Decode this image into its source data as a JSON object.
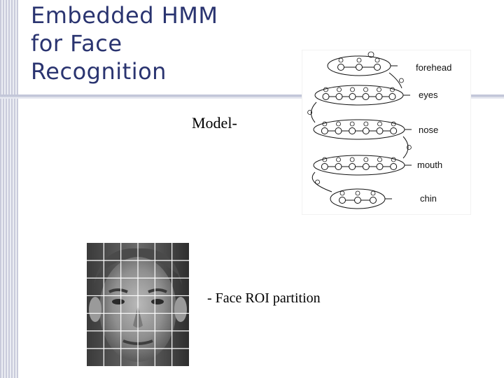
{
  "slide": {
    "title_lines": [
      "Embedded HMM",
      "for Face",
      "Recognition"
    ],
    "model_label": "Model-",
    "roi_label": "- Face ROI partition"
  },
  "hmm_diagram": {
    "regions": [
      {
        "label": "forehead",
        "states": 3
      },
      {
        "label": "eyes",
        "states": 6
      },
      {
        "label": "nose",
        "states": 6
      },
      {
        "label": "mouth",
        "states": 6
      },
      {
        "label": "chin",
        "states": 3
      }
    ]
  },
  "face_image": {
    "grid_columns": 6,
    "grid_rows": 7
  },
  "colors": {
    "title": "#2a3470",
    "stripe": "#c9cbdb",
    "rule": "#c3c7d9"
  }
}
